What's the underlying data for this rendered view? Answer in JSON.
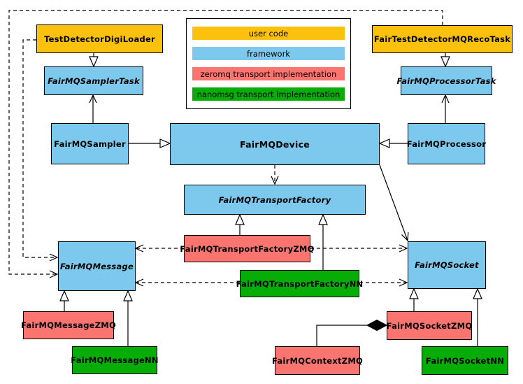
{
  "diagram_type": "uml-class-diagram",
  "palette": {
    "user_code": "#FBC10D",
    "framework": "#7DC9ED",
    "zeromq": "#FA7470",
    "nanomsg": "#06AD06",
    "border": "#000000",
    "background": "#FFFFFF"
  },
  "legend": {
    "items": [
      {
        "label": "user code",
        "color": "#FBC10D"
      },
      {
        "label": "framework",
        "color": "#7DC9ED"
      },
      {
        "label": "zeromq transport implementation",
        "color": "#FA7470"
      },
      {
        "label": "nanomsg transport implementation",
        "color": "#06AD06"
      }
    ]
  },
  "nodes": {
    "digiloader": {
      "label": "TestDetectorDigiLoader",
      "category": "user code",
      "abstract": false
    },
    "samplertask": {
      "label": "FairMQSamplerTask",
      "category": "framework",
      "abstract": true
    },
    "sampler": {
      "label": "FairMQSampler",
      "category": "framework",
      "abstract": false
    },
    "recotask": {
      "label": "FairTestDetectorMQRecoTask",
      "category": "user code",
      "abstract": false
    },
    "processortask": {
      "label": "FairMQProcessorTask",
      "category": "framework",
      "abstract": true
    },
    "processor": {
      "label": "FairMQProcessor",
      "category": "framework",
      "abstract": false
    },
    "device": {
      "label": "FairMQDevice",
      "category": "framework",
      "abstract": false
    },
    "factory": {
      "label": "FairMQTransportFactory",
      "category": "framework",
      "abstract": true
    },
    "factoryzmq": {
      "label": "FairMQTransportFactoryZMQ",
      "category": "zeromq transport implementation",
      "abstract": false
    },
    "factorynn": {
      "label": "FairMQTransportFactoryNN",
      "category": "nanomsg transport implementation",
      "abstract": false
    },
    "message": {
      "label": "FairMQMessage",
      "category": "framework",
      "abstract": true
    },
    "socket": {
      "label": "FairMQSocket",
      "category": "framework",
      "abstract": true
    },
    "messagezmq": {
      "label": "FairMQMessageZMQ",
      "category": "zeromq transport implementation",
      "abstract": false
    },
    "messagenn": {
      "label": "FairMQMessageNN",
      "category": "nanomsg transport implementation",
      "abstract": false
    },
    "contextzmq": {
      "label": "FairMQContextZMQ",
      "category": "zeromq transport implementation",
      "abstract": false
    },
    "socketzmq": {
      "label": "FairMQSocketZMQ",
      "category": "zeromq transport implementation",
      "abstract": false
    },
    "socketnn": {
      "label": "FairMQSocketNN",
      "category": "nanomsg transport implementation",
      "abstract": false
    }
  },
  "edges": [
    {
      "from": "TestDetectorDigiLoader",
      "to": "FairMQSamplerTask",
      "type": "inheritance"
    },
    {
      "from": "FairTestDetectorMQRecoTask",
      "to": "FairMQProcessorTask",
      "type": "inheritance"
    },
    {
      "from": "FairMQSampler",
      "to": "FairMQSamplerTask",
      "type": "association-arrow"
    },
    {
      "from": "FairMQProcessor",
      "to": "FairMQProcessorTask",
      "type": "association-arrow"
    },
    {
      "from": "FairMQSampler",
      "to": "FairMQDevice",
      "type": "inheritance"
    },
    {
      "from": "FairMQProcessor",
      "to": "FairMQDevice",
      "type": "inheritance"
    },
    {
      "from": "FairMQDevice",
      "to": "FairMQTransportFactory",
      "type": "dashed-dependency"
    },
    {
      "from": "FairMQDevice",
      "to": "FairMQSocket",
      "type": "association-arrow"
    },
    {
      "from": "FairMQTransportFactoryZMQ",
      "to": "FairMQTransportFactory",
      "type": "inheritance"
    },
    {
      "from": "FairMQTransportFactoryNN",
      "to": "FairMQTransportFactory",
      "type": "inheritance"
    },
    {
      "from": "FairMQTransportFactoryZMQ",
      "to": "FairMQMessage",
      "type": "dashed-dependency"
    },
    {
      "from": "FairMQTransportFactoryNN",
      "to": "FairMQMessage",
      "type": "dashed-dependency"
    },
    {
      "from": "FairMQTransportFactoryZMQ",
      "to": "FairMQSocket",
      "type": "dashed-dependency"
    },
    {
      "from": "FairMQTransportFactoryNN",
      "to": "FairMQSocket",
      "type": "dashed-dependency"
    },
    {
      "from": "TestDetectorDigiLoader",
      "to": "FairMQMessage",
      "type": "dashed-dependency"
    },
    {
      "from": "FairTestDetectorMQRecoTask",
      "to": "FairMQMessage",
      "type": "dashed-dependency"
    },
    {
      "from": "FairMQMessageZMQ",
      "to": "FairMQMessage",
      "type": "inheritance"
    },
    {
      "from": "FairMQMessageNN",
      "to": "FairMQMessage",
      "type": "inheritance"
    },
    {
      "from": "FairMQSocketZMQ",
      "to": "FairMQSocket",
      "type": "inheritance"
    },
    {
      "from": "FairMQSocketNN",
      "to": "FairMQSocket",
      "type": "inheritance"
    },
    {
      "from": "FairMQContextZMQ",
      "to": "FairMQSocketZMQ",
      "type": "composition"
    }
  ]
}
